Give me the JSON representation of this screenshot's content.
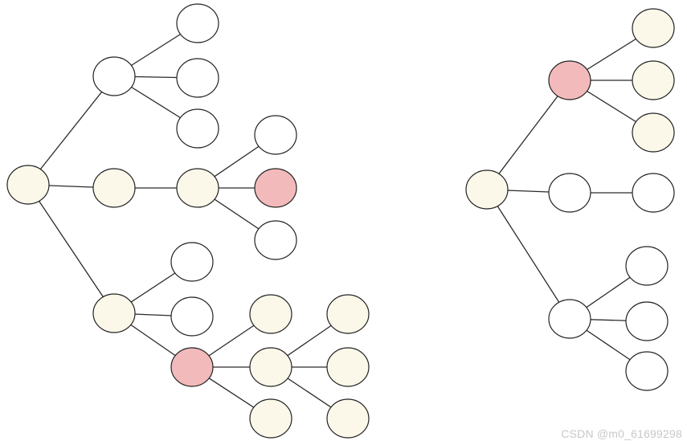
{
  "watermark": "CSDN @m0_61699298",
  "colors": {
    "plain": "#ffffff",
    "cream": "#fbf8ea",
    "pink": "#f3babb",
    "stroke": "#222222"
  },
  "trees": [
    {
      "name": "left-tree",
      "nodes": [
        {
          "id": "L0",
          "fill": "cream"
        },
        {
          "id": "L1",
          "fill": "plain"
        },
        {
          "id": "L2",
          "fill": "cream"
        },
        {
          "id": "L3",
          "fill": "cream"
        },
        {
          "id": "L1a",
          "fill": "plain"
        },
        {
          "id": "L1b",
          "fill": "plain"
        },
        {
          "id": "L1c",
          "fill": "plain"
        },
        {
          "id": "L2a",
          "fill": "cream"
        },
        {
          "id": "L2a1",
          "fill": "plain"
        },
        {
          "id": "L2a2",
          "fill": "pink"
        },
        {
          "id": "L2a3",
          "fill": "plain"
        },
        {
          "id": "L3a",
          "fill": "plain"
        },
        {
          "id": "L3b",
          "fill": "plain"
        },
        {
          "id": "L3c",
          "fill": "pink"
        },
        {
          "id": "L3c1",
          "fill": "cream"
        },
        {
          "id": "L3c2",
          "fill": "cream"
        },
        {
          "id": "L3c3",
          "fill": "cream"
        },
        {
          "id": "L3c2a",
          "fill": "cream"
        },
        {
          "id": "L3c2b",
          "fill": "cream"
        },
        {
          "id": "L3c2c",
          "fill": "cream"
        }
      ],
      "edges": [
        [
          "L0",
          "L1"
        ],
        [
          "L0",
          "L2"
        ],
        [
          "L0",
          "L3"
        ],
        [
          "L1",
          "L1a"
        ],
        [
          "L1",
          "L1b"
        ],
        [
          "L1",
          "L1c"
        ],
        [
          "L2",
          "L2a"
        ],
        [
          "L2a",
          "L2a1"
        ],
        [
          "L2a",
          "L2a2"
        ],
        [
          "L2a",
          "L2a3"
        ],
        [
          "L3",
          "L3a"
        ],
        [
          "L3",
          "L3b"
        ],
        [
          "L3",
          "L3c"
        ],
        [
          "L3c",
          "L3c1"
        ],
        [
          "L3c",
          "L3c2"
        ],
        [
          "L3c",
          "L3c3"
        ],
        [
          "L3c2",
          "L3c2a"
        ],
        [
          "L3c2",
          "L3c2b"
        ],
        [
          "L3c2",
          "L3c2c"
        ]
      ]
    },
    {
      "name": "right-tree",
      "nodes": [
        {
          "id": "R0",
          "fill": "cream"
        },
        {
          "id": "R1",
          "fill": "pink"
        },
        {
          "id": "R2",
          "fill": "plain"
        },
        {
          "id": "R3",
          "fill": "plain"
        },
        {
          "id": "R1a",
          "fill": "cream"
        },
        {
          "id": "R1b",
          "fill": "cream"
        },
        {
          "id": "R1c",
          "fill": "cream"
        },
        {
          "id": "R2a",
          "fill": "plain"
        },
        {
          "id": "R3a",
          "fill": "plain"
        },
        {
          "id": "R3b",
          "fill": "plain"
        },
        {
          "id": "R3c",
          "fill": "plain"
        }
      ],
      "edges": [
        [
          "R0",
          "R1"
        ],
        [
          "R0",
          "R2"
        ],
        [
          "R0",
          "R3"
        ],
        [
          "R1",
          "R1a"
        ],
        [
          "R1",
          "R1b"
        ],
        [
          "R1",
          "R1c"
        ],
        [
          "R2",
          "R2a"
        ],
        [
          "R3",
          "R3a"
        ],
        [
          "R3",
          "R3b"
        ],
        [
          "R3",
          "R3c"
        ]
      ]
    }
  ]
}
